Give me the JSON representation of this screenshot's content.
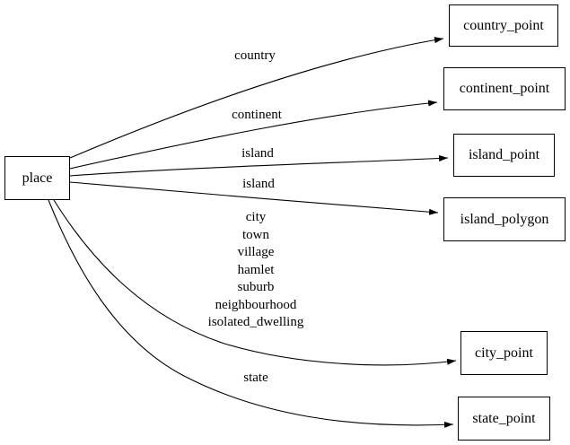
{
  "diagram": {
    "type": "directed-graph",
    "colors": {
      "background": "#ffffff",
      "node_border": "#000000",
      "edge_stroke": "#000000",
      "text": "#000000"
    },
    "nodes": {
      "place": {
        "label": "place"
      },
      "country_point": {
        "label": "country_point"
      },
      "continent_point": {
        "label": "continent_point"
      },
      "island_point": {
        "label": "island_point"
      },
      "island_polygon": {
        "label": "island_polygon"
      },
      "city_point": {
        "label": "city_point"
      },
      "state_point": {
        "label": "state_point"
      }
    },
    "edges": [
      {
        "from": "place",
        "to": "country_point",
        "label": "country"
      },
      {
        "from": "place",
        "to": "continent_point",
        "label": "continent"
      },
      {
        "from": "place",
        "to": "island_point",
        "label": "island"
      },
      {
        "from": "place",
        "to": "island_polygon",
        "label": "island"
      },
      {
        "from": "place",
        "to": "city_point",
        "label": "city\ntown\nvillage\nhamlet\nsuburb\nneighbourhood\nisolated_dwelling"
      },
      {
        "from": "place",
        "to": "state_point",
        "label": "state"
      }
    ]
  }
}
